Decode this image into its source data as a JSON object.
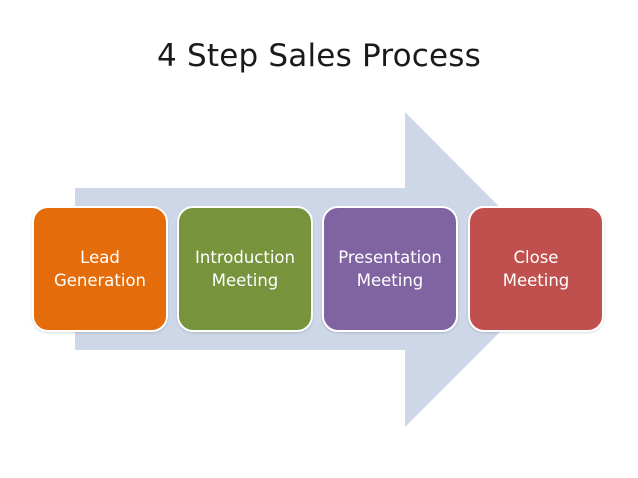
{
  "title": "4 Step Sales Process",
  "colors": {
    "arrow": "#cdd7e8",
    "background": "#ffffff"
  },
  "steps": [
    {
      "label": "Lead\nGeneration",
      "color": "#e46c0a"
    },
    {
      "label": "Introduction\nMeeting",
      "color": "#77933c"
    },
    {
      "label": "Presentation\nMeeting",
      "color": "#8064a2"
    },
    {
      "label": "Close\nMeeting",
      "color": "#c0504d"
    }
  ]
}
